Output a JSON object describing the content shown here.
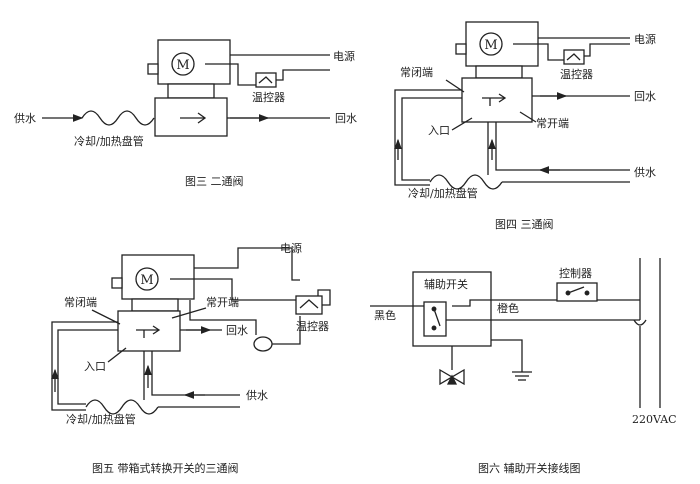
{
  "fig3": {
    "label_power": "电源",
    "label_thermostat": "温控器",
    "label_supply": "供水",
    "label_return": "回水",
    "label_coil": "冷却/加热盘管",
    "motor": "M",
    "caption": "图三  二通阀"
  },
  "fig4": {
    "label_power": "电源",
    "label_thermostat": "温控器",
    "label_nc": "常闭端",
    "label_return": "回水",
    "label_no": "常开端",
    "label_inlet": "入口",
    "label_supply": "供水",
    "label_coil": "冷却/加热盘管",
    "motor": "M",
    "caption": "图四  三通阀"
  },
  "fig5": {
    "label_power": "电源",
    "label_nc": "常闭端",
    "label_no": "常开端",
    "label_return": "回水",
    "label_thermostat": "温控器",
    "label_inlet": "入口",
    "label_supply": "供水",
    "label_coil": "冷却/加热盘管",
    "motor": "M",
    "caption": "图五  带箱式转换开关的三通阀"
  },
  "fig6": {
    "label_aux_switch": "辅助开关",
    "label_black": "黑色",
    "label_orange": "橙色",
    "label_controller": "控制器",
    "label_voltage": "220VAC",
    "caption": "图六  辅助开关接线图"
  }
}
